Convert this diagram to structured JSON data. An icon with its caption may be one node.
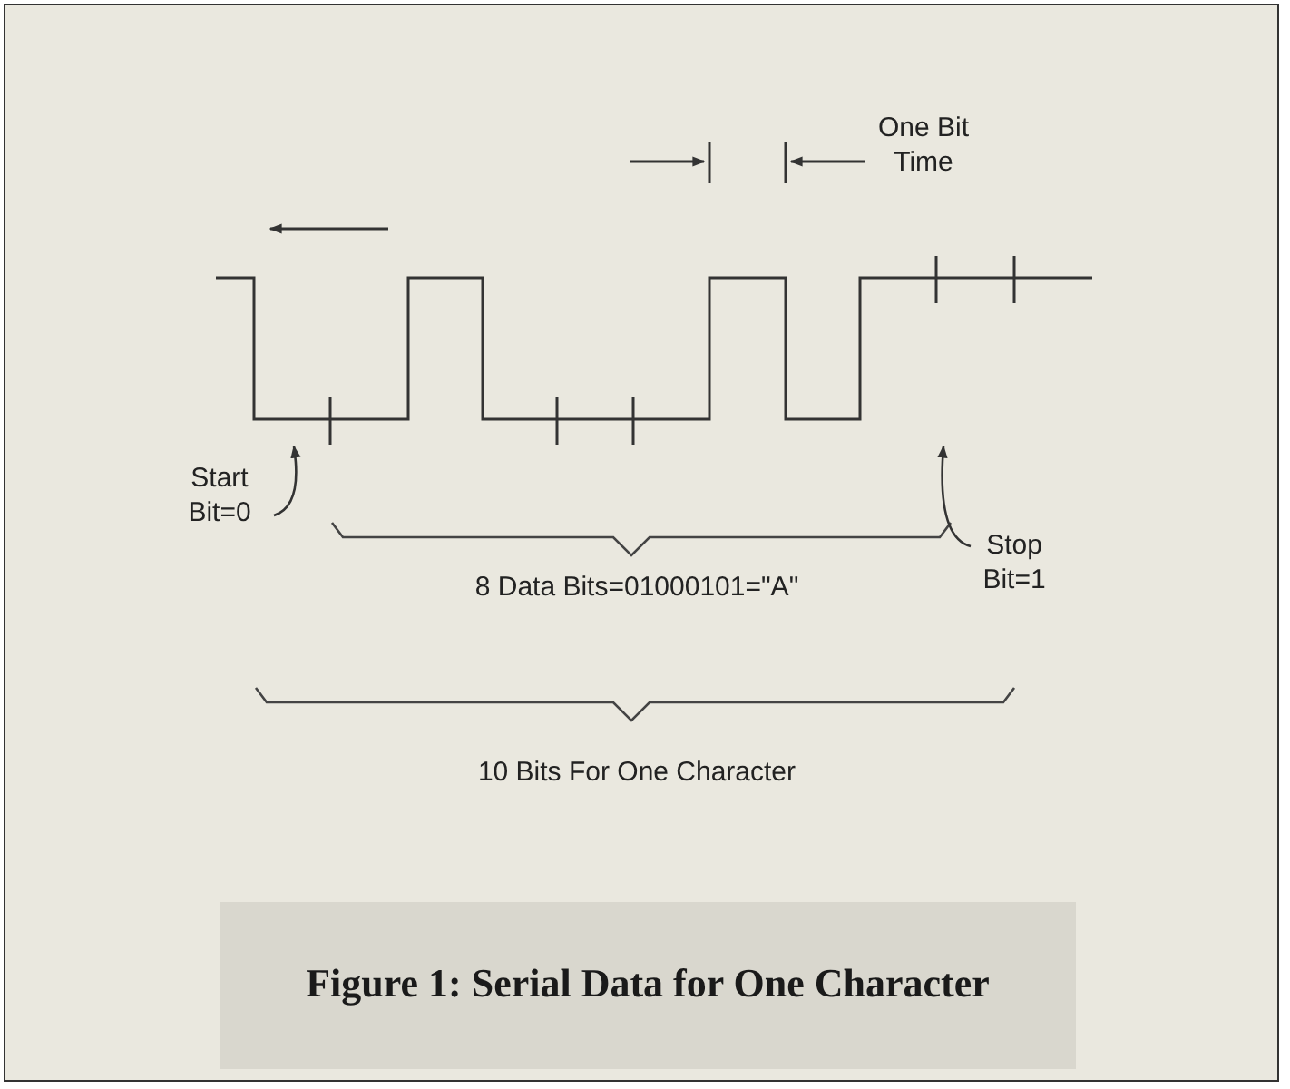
{
  "diagram": {
    "caption": "Figure 1: Serial Data for One Character",
    "nodes": [
      {
        "text": [
          "Start Bit=0"
        ]
      },
      {
        "text": [
          "Stop Bit=1"
        ]
      },
      {
        "text": [],
        "shape": "picture"
      }
    ],
    "edges": [
      {
        "from": 0,
        "to": 2,
        "arrow": "to"
      },
      {
        "from": 1,
        "to": 2,
        "arrow": "to"
      }
    ],
    "labels": [
      "One Bit Time",
      "8 Data Bits=01000101=\"A\"",
      "10 Bits For One Character"
    ]
  }
}
